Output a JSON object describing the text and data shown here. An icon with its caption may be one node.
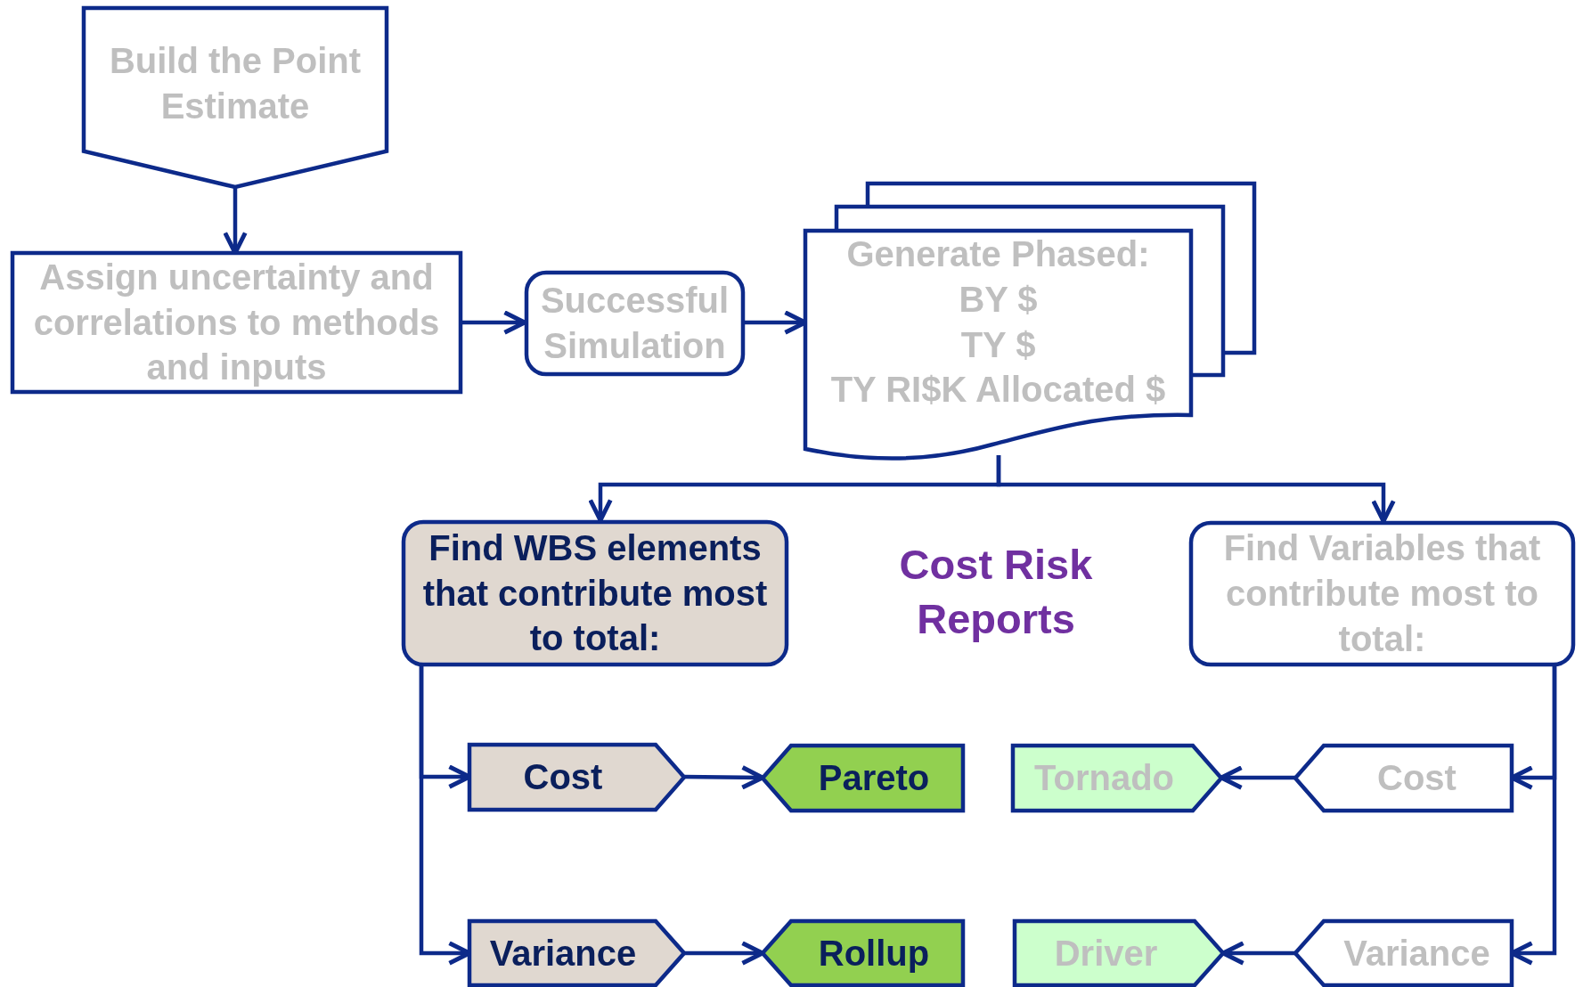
{
  "diagram": {
    "nodes": [
      {
        "text": [
          "Build the Point Estimate"
        ]
      },
      {
        "text": [
          "Assign uncertainty and correlations to methods and inputs"
        ]
      },
      {
        "text": [
          "Successful Simulation"
        ]
      },
      {
        "text": [
          "Generate Phased:",
          "BY $",
          "TY $",
          "TY RI$K Allocated $"
        ]
      },
      {
        "text": [
          "Find WBS elements that contribute most to total:"
        ]
      },
      {
        "text": [
          "Find Variables that contribute most to total:"
        ]
      },
      {
        "text": [
          "Cost"
        ]
      },
      {
        "text": [
          "Pareto"
        ]
      },
      {
        "text": [
          "Tornado"
        ]
      },
      {
        "text": [
          "Cost"
        ]
      },
      {
        "text": [
          "Variance"
        ]
      },
      {
        "text": [
          "Rollup"
        ]
      },
      {
        "text": [
          "Driver"
        ]
      },
      {
        "text": [
          "Variance"
        ]
      }
    ],
    "edges": [
      {
        "from": 0,
        "to": 1,
        "arrow": "to"
      },
      {
        "from": 1,
        "to": 2,
        "arrow": "to"
      },
      {
        "from": 2,
        "to": 3,
        "arrow": "to"
      },
      {
        "from": 3,
        "to": 4,
        "arrow": "to"
      },
      {
        "from": 3,
        "to": 5,
        "arrow": "to"
      },
      {
        "from": 4,
        "to": 6,
        "arrow": "to"
      },
      {
        "from": 6,
        "to": 7,
        "arrow": "to"
      },
      {
        "from": 5,
        "to": 9,
        "arrow": "to"
      },
      {
        "from": 9,
        "to": 8,
        "arrow": "to"
      },
      {
        "from": 4,
        "to": 10,
        "arrow": "to"
      },
      {
        "from": 10,
        "to": 11,
        "arrow": "to"
      },
      {
        "from": 5,
        "to": 13,
        "arrow": "to"
      },
      {
        "from": 13,
        "to": 12,
        "arrow": "to"
      }
    ],
    "labels": [
      "Cost Risk Reports"
    ]
  }
}
